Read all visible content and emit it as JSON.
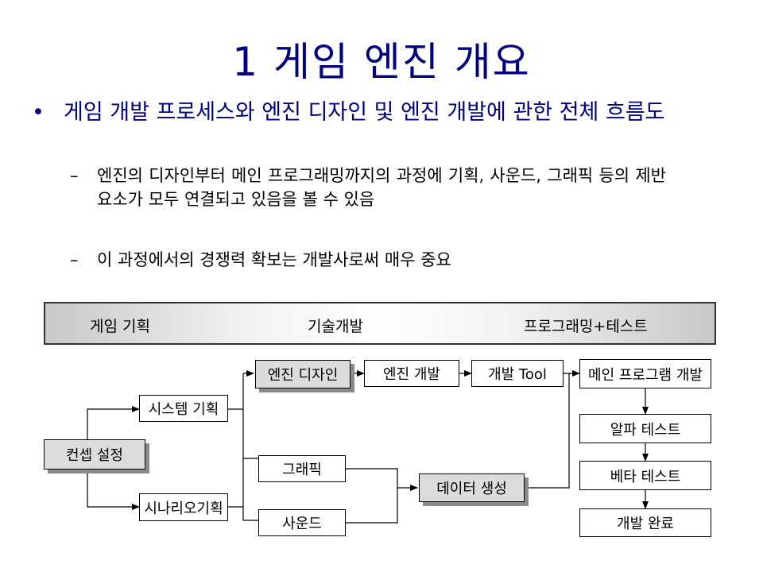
{
  "slide": {
    "title": "1 게임 엔진 개요",
    "bullet": "게임 개발 프로세스와 엔진 디자인 및 엔진 개발에 관한 전체 흐름도",
    "subbullets": [
      "엔진의 디자인부터 메인 프로그래밍까지의 과정에 기획, 사운드, 그래픽 등의 제반 요소가 모두 연결되고 있음을 볼 수 있음",
      "이 과정에서의 경쟁력 확보는 개발사로써 매우 중요"
    ]
  },
  "diagram": {
    "phases": [
      "게임 기획",
      "기술개발",
      "프로그래밍+테스트"
    ],
    "nodes": {
      "concept": "컨셉 설정",
      "system": "시스템 기획",
      "scenario": "시나리오기획",
      "engine_design": "엔진 디자인",
      "engine_dev": "엔진 개발",
      "dev_tool": "개발 Tool",
      "main_prog": "메인 프로그램 개발",
      "graphics": "그래픽",
      "sound": "사운드",
      "data_gen": "데이터 생성",
      "alpha": "알파 테스트",
      "beta": "베타 테스트",
      "done": "개발 완료"
    }
  }
}
